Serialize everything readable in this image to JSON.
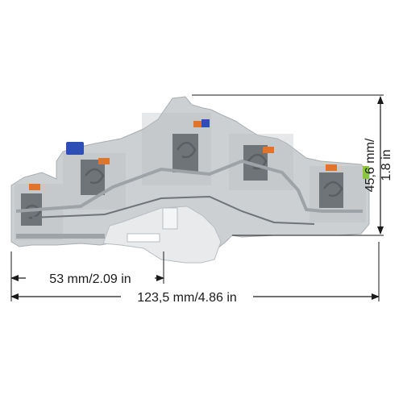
{
  "dimensions": {
    "width_partial": "53 mm/2.09 in",
    "width_total": "123,5 mm/4.86 in",
    "height_line1": "45,6 mm/",
    "height_line2": "1.8 in"
  },
  "colors": {
    "housing": "#cdd0d3",
    "housing_edge": "#b9bdc1",
    "housing_shadow": "#a9adb1",
    "window_dark": "#6f7479",
    "lever_orange": "#e0742a",
    "marker_blue": "#2d4fb5",
    "marker_green": "#8cc63f",
    "metal": "#9ea3a8",
    "dimension_line": "#1a1a1a"
  }
}
